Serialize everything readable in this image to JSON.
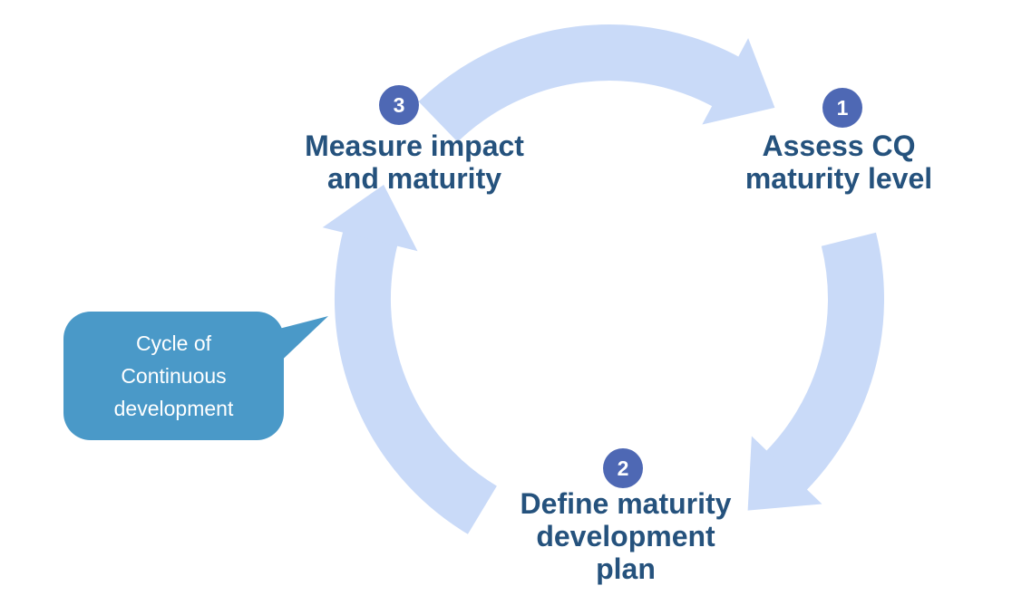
{
  "steps": [
    {
      "number": "1",
      "label": "Assess CQ\nmaturity level"
    },
    {
      "number": "2",
      "label": "Define maturity\ndevelopment\nplan"
    },
    {
      "number": "3",
      "label": "Measure impact\nand maturity"
    }
  ],
  "callout": {
    "label": "Cycle of\nContinuous\ndevelopment"
  },
  "colors": {
    "arrow": "#C9DAF8",
    "badge": "#4E68B4",
    "step_text": "#25527D",
    "callout_bg": "#4A99C8",
    "callout_text": "#FFFFFF"
  }
}
